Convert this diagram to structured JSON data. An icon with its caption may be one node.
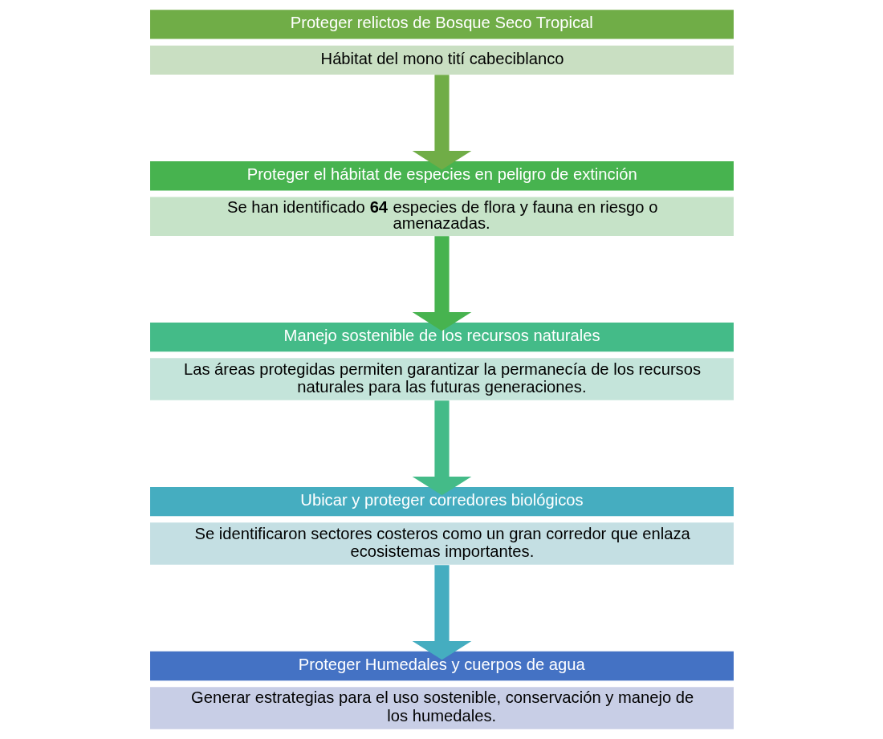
{
  "diagram": {
    "nodes": [
      {
        "text": [
          "Proteger relictos de Bosque Seco Tropical"
        ]
      },
      {
        "text": [
          "Hábitat del mono tití cabeciblanco"
        ]
      },
      {
        "text": [
          "Proteger el hábitat de especies en peligro de extinción"
        ]
      },
      {
        "text": [
          "Se han identificado **64** especies de flora y fauna en riesgo o amenazadas."
        ]
      },
      {
        "text": [
          "Manejo sostenible de los recursos naturales"
        ]
      },
      {
        "text": [
          "Las áreas protegidas permiten garantizar la permanecía de los recursos naturales para las futuras generaciones."
        ]
      },
      {
        "text": [
          "Ubicar y proteger corredores biológicos"
        ]
      },
      {
        "text": [
          "Se identificaron sectores costeros como un gran corredor que enlaza ecosistemas importantes."
        ]
      },
      {
        "text": [
          "Proteger Humedales y cuerpos de agua"
        ]
      },
      {
        "text": [
          "Generar estrategias para el uso sostenible, conservación y manejo de los humedales."
        ]
      }
    ],
    "edges": [
      {
        "from": 1,
        "to": 2,
        "arrow": "to",
        "color": "#70ad47"
      },
      {
        "from": 3,
        "to": 4,
        "arrow": "to",
        "color": "#47b34f"
      },
      {
        "from": 5,
        "to": 6,
        "arrow": "to",
        "color": "#44bb88"
      },
      {
        "from": 7,
        "to": 8,
        "arrow": "to",
        "color": "#45adc0"
      }
    ]
  }
}
